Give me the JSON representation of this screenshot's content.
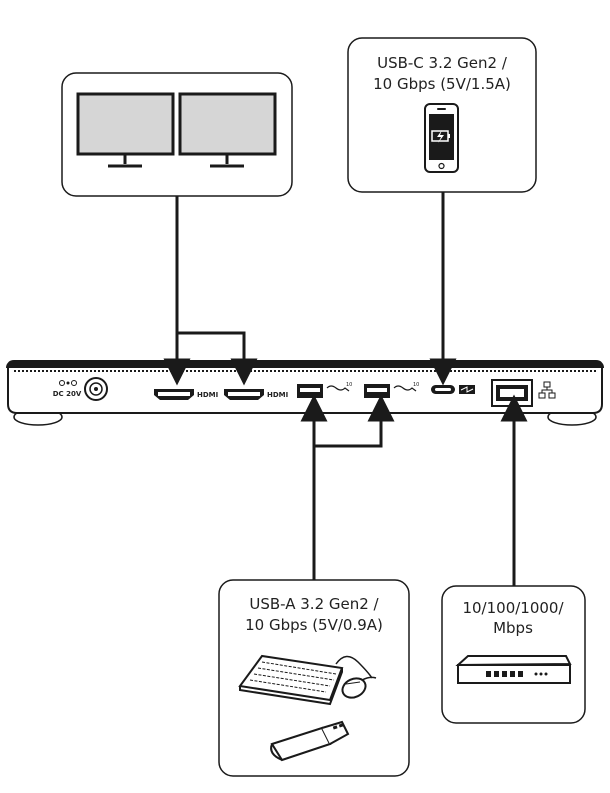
{
  "boxes": {
    "monitors": {
      "icon": "dual-monitor-icon"
    },
    "usb_c": {
      "line1": "USB-C 3.2 Gen2 /",
      "line2": "10 Gbps (5V/1.5A)",
      "icon": "smartphone-charging-icon"
    },
    "usb_a": {
      "line1": "USB-A 3.2 Gen2 /",
      "line2": "10 Gbps (5V/0.9A)",
      "icons": [
        "keyboard-icon",
        "mouse-icon",
        "usb-flash-drive-icon"
      ]
    },
    "ethernet": {
      "line1": "10/100/1000/",
      "line2": "Mbps",
      "icon": "network-switch-icon"
    }
  },
  "dock": {
    "power_label_line1": "DC 20V",
    "hdmi_label_1": "HDMI",
    "hdmi_label_2": "HDMI",
    "icons": [
      "dc-polarity-icon",
      "dc-jack-icon",
      "hdmi-port-icon",
      "usb-a-port-icon",
      "usb-c-port-icon",
      "ethernet-port-icon",
      "network-icon",
      "superspeed-icon"
    ]
  },
  "colors": {
    "stroke": "#1a1a1a",
    "screen_fill": "#d6d6d6",
    "dock_fill": "#ffffff"
  }
}
